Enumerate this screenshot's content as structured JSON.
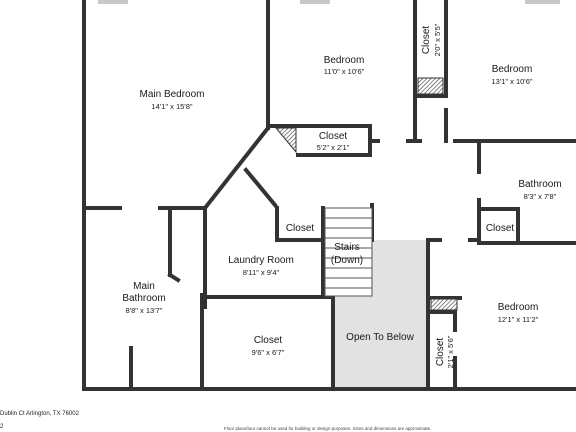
{
  "rooms": {
    "main_bedroom": {
      "name": "Main Bedroom",
      "dims": "14'1\" x 15'8\""
    },
    "bedroom_1": {
      "name": "Bedroom",
      "dims": "11'0\" x 10'6\""
    },
    "closet_small": {
      "name": "Closet",
      "dims": "2'0\" x 5'5\""
    },
    "bedroom_2": {
      "name": "Bedroom",
      "dims": "13'1\" x 10'6\""
    },
    "closet_hall": {
      "name": "Closet",
      "dims": "5'2\" x 2'1\""
    },
    "bathroom": {
      "name": "Bathroom",
      "dims": "8'3\" x 7'8\""
    },
    "closet_left": {
      "name": "Closet"
    },
    "stairs": {
      "line1": "Stairs",
      "line2": "(Down)"
    },
    "closet_bath": {
      "name": "Closet"
    },
    "laundry": {
      "name": "Laundry Room",
      "dims": "8'11\" x 9'4\""
    },
    "main_bathroom": {
      "name1": "Main",
      "name2": "Bathroom",
      "dims": "8'8\" x 13'7\""
    },
    "open_below": {
      "name": "Open To Below"
    },
    "bedroom_3": {
      "name": "Bedroom",
      "dims": "12'1\" x 11'2\""
    },
    "closet_walkin": {
      "name": "Closet",
      "dims": "9'6\" x 6'7\""
    },
    "closet_bed3": {
      "name": "Closet",
      "dims": "2'1\" x 5'6\""
    }
  },
  "footer": {
    "address": "Dublin Ct Arlington, TX 76002",
    "page": "2",
    "disclaimer": "Floor plans/tour cannot be used for building or design purposes. Sizes and dimensions are approximate."
  },
  "colors": {
    "wall": "#333333",
    "open_below_fill": "#e2e2e2",
    "window": "#c8c8c8"
  }
}
